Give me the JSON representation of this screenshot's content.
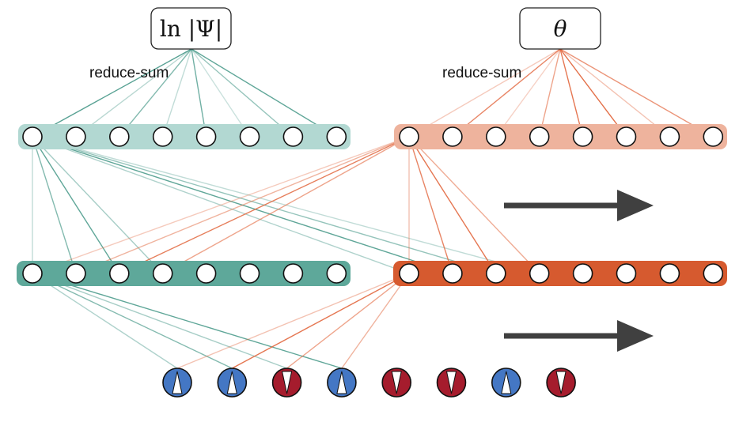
{
  "outputs": {
    "left": {
      "label": "ln |Ψ|"
    },
    "right": {
      "label": "θ"
    }
  },
  "annotations": {
    "left": "reduce-sum",
    "right": "reduce-sum"
  },
  "layers": {
    "nodes_per_layer": 8
  },
  "spins": [
    "up",
    "up",
    "down",
    "up",
    "down",
    "down",
    "up",
    "down"
  ],
  "colors": {
    "teal_light": "#b2d8d2",
    "teal_dark": "#5ea89a",
    "teal_line": "#4e9c8d",
    "orange_light": "#eeb39d",
    "orange_dark": "#d65a2f",
    "orange_line": "#e2673e",
    "spin_up": "#4477c4",
    "spin_down": "#a51c2d",
    "arrow": "#404040"
  }
}
